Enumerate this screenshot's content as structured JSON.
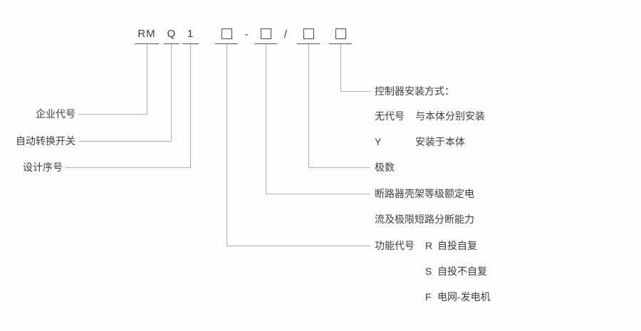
{
  "model_row": {
    "prefix": "RM",
    "type_code": "Q",
    "design_no": "1",
    "dash": "-",
    "slash": "/"
  },
  "left_annotations": {
    "enterprise_code": "企业代号",
    "transfer_switch": "自动转换开关",
    "design_serial": "设计序号"
  },
  "right_annotations": {
    "controller_mounting": {
      "title": "控制器安装方式：",
      "options": [
        {
          "code": "无代号",
          "desc": "与本体分别安装"
        },
        {
          "code": "Y",
          "desc": "安装于本体"
        }
      ]
    },
    "poles": "极数",
    "frame_rating_line1": "断路器壳架等级额定电",
    "frame_rating_line2": "流及极限短路分断能力",
    "function_code": {
      "title": "功能代号",
      "options": [
        {
          "code": "R",
          "desc": "自投自复"
        },
        {
          "code": "S",
          "desc": "自投不自复"
        },
        {
          "code": "F",
          "desc": "电网-发电机"
        }
      ]
    }
  }
}
